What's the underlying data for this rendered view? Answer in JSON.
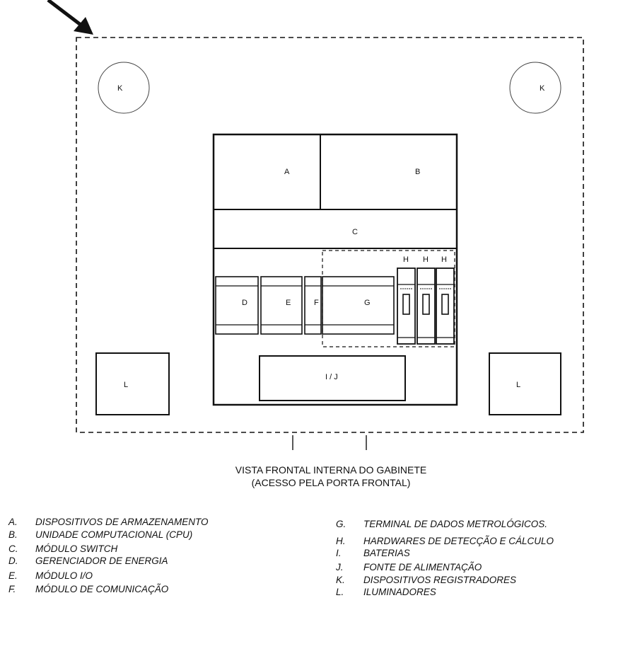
{
  "diagram": {
    "components": {
      "k_left": "K",
      "k_right": "K",
      "a": "A",
      "b": "B",
      "c": "C",
      "d": "D",
      "e": "E",
      "f": "F",
      "g": "G",
      "h1": "H",
      "h2": "H",
      "h3": "H",
      "ij": "I / J",
      "l_left": "L",
      "l_right": "L"
    },
    "caption": {
      "line1": "VISTA FRONTAL INTERNA DO GABINETE",
      "line2": "(ACESSO PELA PORTA FRONTAL)"
    }
  },
  "legend": {
    "left": [
      {
        "key": "A.",
        "text": "DISPOSITIVOS DE ARMAZENAMENTO"
      },
      {
        "key": "B.",
        "text": "UNIDADE COMPUTACIONAL (CPU)"
      },
      {
        "key": "C.",
        "text": "MÓDULO SWITCH"
      },
      {
        "key": "D.",
        "text": "GERENCIADOR DE ENERGIA"
      },
      {
        "key": "E.",
        "text": "MÓDULO I/O"
      },
      {
        "key": "F.",
        "text": "MÓDULO DE COMUNICAÇÃO"
      }
    ],
    "right": [
      {
        "key": "G.",
        "text": "TERMINAL DE DADOS METROLÓGICOS."
      },
      {
        "key": "H.",
        "text": "HARDWARES DE DETECÇÃO E CÁLCULO"
      },
      {
        "key": "I.",
        "text": "BATERIAS"
      },
      {
        "key": "J.",
        "text": "FONTE DE ALIMENTAÇÃO"
      },
      {
        "key": "K.",
        "text": "DISPOSITIVOS REGISTRADORES"
      },
      {
        "key": "L.",
        "text": "ILUMINADORES"
      }
    ]
  }
}
